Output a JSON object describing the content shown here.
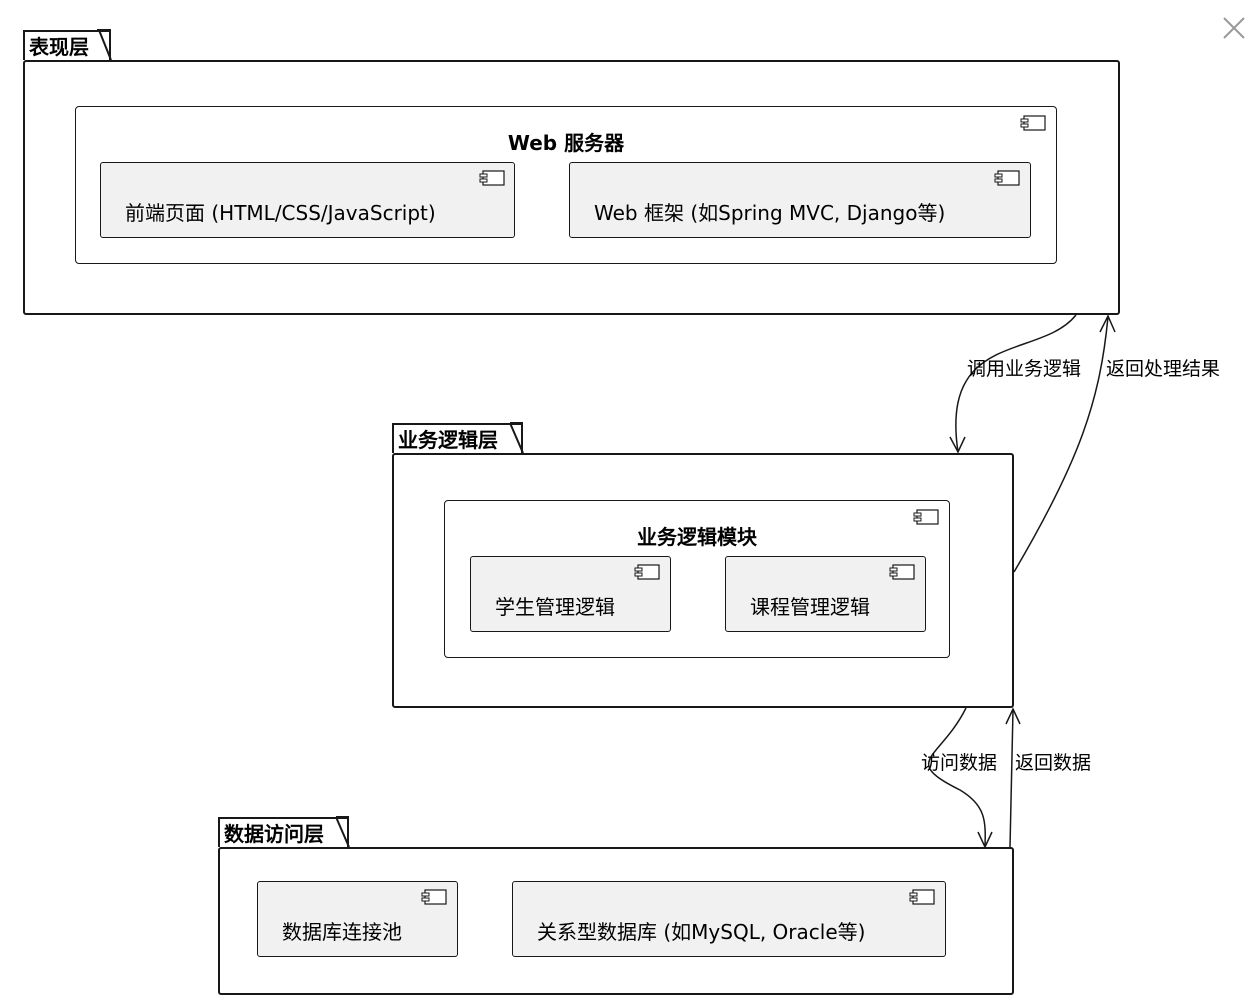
{
  "layers": {
    "presentation": {
      "label": "表现层",
      "server": {
        "title": "Web 服务器",
        "frontend": "前端页面 (HTML/CSS/JavaScript)",
        "framework": "Web 框架 (如Spring MVC, Django等)"
      }
    },
    "business": {
      "label": "业务逻辑层",
      "module": {
        "title": "业务逻辑模块",
        "student": "学生管理逻辑",
        "course": "课程管理逻辑"
      }
    },
    "data_access": {
      "label": "数据访问层",
      "pool": "数据库连接池",
      "database": "关系型数据库 (如MySQL, Oracle等)"
    }
  },
  "arrows": {
    "call_business": "调用业务逻辑",
    "return_result": "返回处理结果",
    "access_data": "访问数据",
    "return_data": "返回数据"
  },
  "icons": {
    "component": "component-icon",
    "close": "close-icon"
  },
  "colors": {
    "stroke": "#181818",
    "component_fill": "#f1f1f1",
    "background": "#ffffff"
  }
}
